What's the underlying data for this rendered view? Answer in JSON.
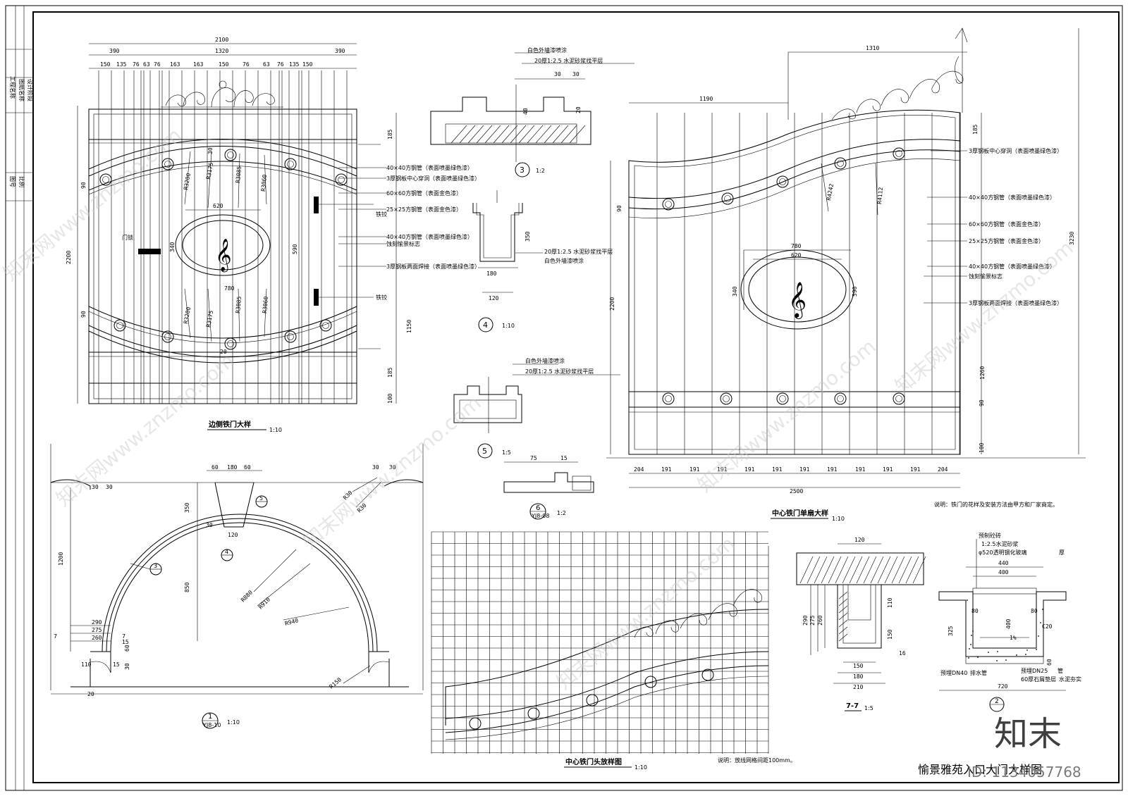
{
  "side_gate": {
    "title": "边侧铁门大样",
    "scale": "1:10",
    "dims_top": [
      "2100",
      "390",
      "1320",
      "390"
    ],
    "dims_bars": [
      "150",
      "135",
      "76",
      "63",
      "76",
      "163",
      "163",
      "150",
      "76",
      "63",
      "76",
      "135",
      "150"
    ],
    "dims_right": [
      "185",
      "90",
      "1150",
      "185",
      "100"
    ],
    "dims_left": [
      "2200",
      "90"
    ],
    "radii_upper": [
      "R3200",
      "R3175",
      "R3085",
      "R3060"
    ],
    "radii_lower": [
      "R3200",
      "R3175",
      "R3085",
      "R3060"
    ],
    "oval_width": "620",
    "oval_outer": "780",
    "oval_h1": "340",
    "oval_h2": "590",
    "small_dims": [
      "30",
      "20"
    ],
    "lock_label": "门锁",
    "labels": [
      "40×40方钢管（表面喷墨绿色漆）",
      "3厚钢板中心穿洞（表面喷墨绿色漆）",
      "60×60方钢管（表面金色漆）",
      "25×25方钢管（表面金色漆）",
      "40×40方钢管（表面喷墨绿色漆）",
      "蚀刻愉景标志",
      "3厚钢板两面焊接（表面喷墨绿色漆）"
    ],
    "hinge1": "铁铰",
    "hinge2": "铁铰"
  },
  "detail3": {
    "num": "3",
    "scale": "1:2",
    "labels": [
      "白色外墙漆喷涂",
      "20厚1:2.5 水泥砂浆找平层"
    ],
    "dims": [
      "30",
      "30",
      "40",
      "20"
    ]
  },
  "detail4": {
    "num": "4",
    "scale": "1:10",
    "labels": [
      "20厚1:2.5 水泥砂浆找平层",
      "白色外墙漆喷涂"
    ],
    "dims": [
      "350",
      "180",
      "120"
    ]
  },
  "detail5": {
    "num": "5",
    "scale": "1:5",
    "labels": [
      "白色外墙漆喷涂",
      "20厚1:2.5 水泥砂浆找平层"
    ]
  },
  "detail6": {
    "num": "6",
    "ref": "YJ8-08",
    "scale": "1:2",
    "dims": [
      "75",
      "15"
    ]
  },
  "center_leaf": {
    "title": "中心铁门单扇大样",
    "scale": "1:10",
    "dims_top": [
      "1310",
      "1190"
    ],
    "dims_bottom": [
      "204",
      "191",
      "191",
      "191",
      "191",
      "191",
      "191",
      "191",
      "191",
      "191",
      "191",
      "204"
    ],
    "total": "2500",
    "dims_right": [
      "185",
      "3230",
      "1260",
      "90",
      "100"
    ],
    "dims_left": [
      "90",
      "2200"
    ],
    "radii": [
      "R4242",
      "R4112"
    ],
    "oval_outer": "780",
    "oval_width": "620",
    "oval_h1": "340",
    "oval_h2": "590",
    "labels": [
      "3厚钢板中心穿洞（表面喷墨绿色漆）",
      "40×40方钢管（表面喷墨绿色漆）",
      "60×60方钢管（表面金色漆）",
      "25×25方钢管（表面金色漆）",
      "40×40方钢管（表面喷墨绿色漆）",
      "蚀刻愉景标志",
      "3厚钢板两面焊接（表面喷墨绿色漆）"
    ],
    "note": "说明：铁门的花样及安装方法由甲方和厂家商定。"
  },
  "arch": {
    "num": "1",
    "ref": "YJ8-10",
    "scale": "1:10",
    "dims": [
      "60",
      "180",
      "60",
      "30",
      "30",
      "30",
      "30",
      "350",
      "850",
      "1200",
      "120",
      "30",
      "290",
      "275",
      "260",
      "110",
      "15",
      "30",
      "60",
      "15",
      "20"
    ],
    "radii": [
      "R880",
      "R910",
      "R940",
      "R30",
      "R30",
      "R150"
    ],
    "callouts": [
      "3",
      "5",
      "4"
    ],
    "marks": [
      "7",
      "7"
    ]
  },
  "center_layout": {
    "title": "中心铁门头放样图",
    "scale": "1:10",
    "note": "说明：放线网格间距100mm。"
  },
  "section77": {
    "title": "7-7",
    "scale": "1:5",
    "dims": [
      "120",
      "290",
      "275",
      "260",
      "110",
      "150",
      "150",
      "180",
      "210",
      "16"
    ]
  },
  "detail2": {
    "num": "2",
    "labels": [
      "预制砼砖",
      "1:2.5水泥砂浆",
      "φ520透明钢化玻璃",
      "厚",
      "预埋DN40",
      "排水管",
      "预埋DN25",
      "管",
      "60厚石屑垫层",
      "水泥夯实"
    ],
    "dims": [
      "440",
      "400",
      "80",
      "80",
      "325",
      "400",
      "60",
      "720",
      "C20",
      "1%"
    ]
  },
  "sheet_title": "愉景雅苑入口大门大样图",
  "side_strip": [
    "工程名称",
    "图纸名称",
    "设计阶段",
    "图号",
    "比例"
  ],
  "watermarks": [
    "知末网www.znzmo.com",
    "知末网www.znzmo.com",
    "知末网www.znzmo.com",
    "知末网www.znzmo.com",
    "知末网www.znzmo.com",
    "知末网www.znzmo.com"
  ],
  "brand": "知末",
  "id_text": "ID: 1134057768"
}
